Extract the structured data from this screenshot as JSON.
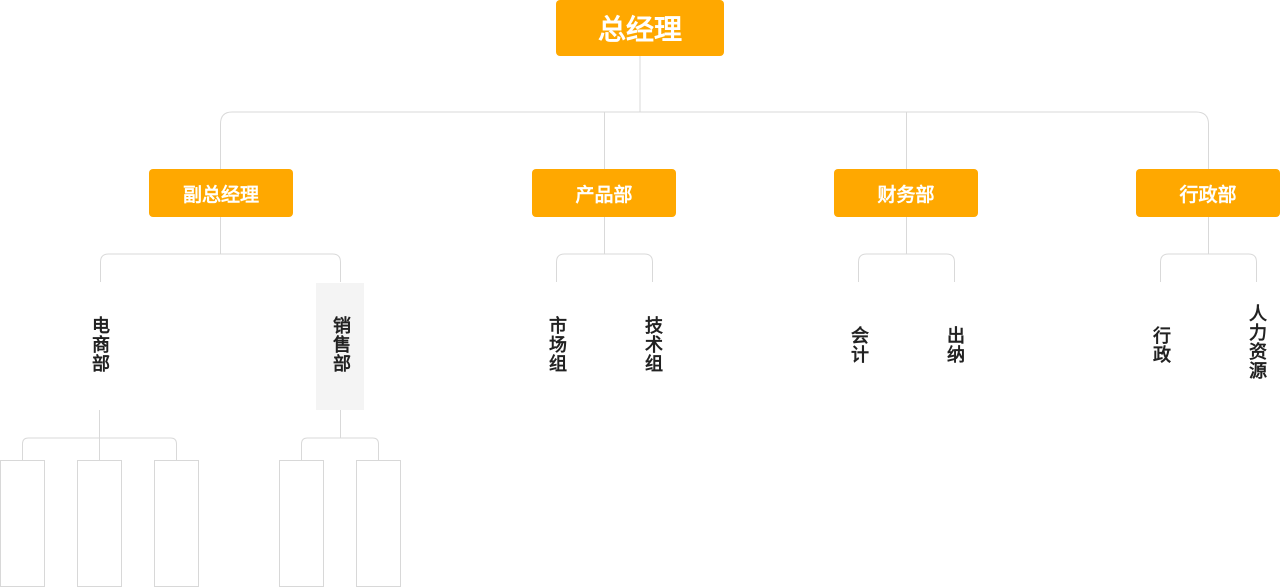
{
  "colors": {
    "accent": "#ffa800",
    "line": "#d9d9d9",
    "text": "#222222"
  },
  "top": {
    "label": "总经理"
  },
  "departments": [
    {
      "label": "副总经理",
      "children": [
        "电商部",
        "销售部"
      ]
    },
    {
      "label": "产品部",
      "children": [
        "市场组",
        "技术组"
      ]
    },
    {
      "label": "财务部",
      "children": [
        "会计",
        "出纳"
      ]
    },
    {
      "label": "行政部",
      "children": [
        "行政",
        "人力资源"
      ]
    }
  ]
}
